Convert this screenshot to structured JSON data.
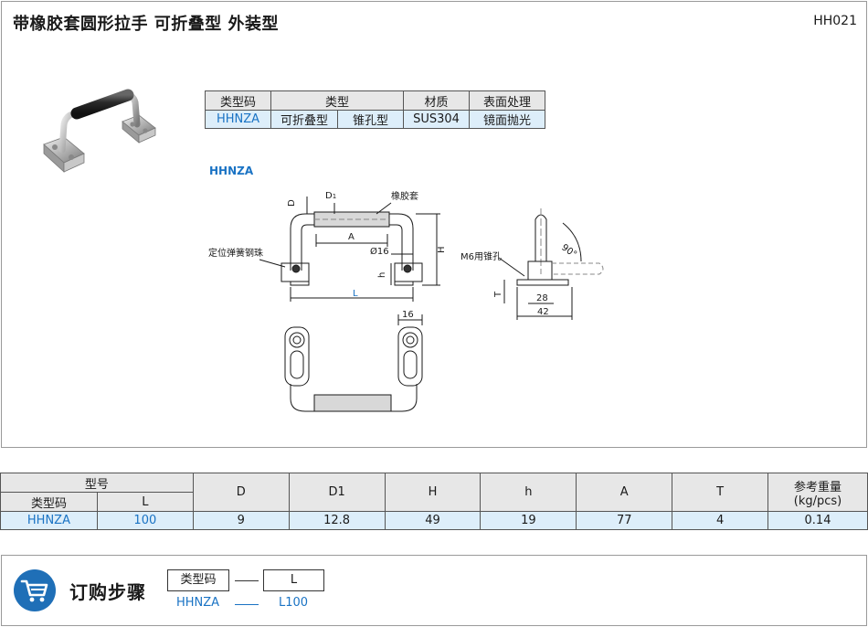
{
  "header": {
    "title": "带橡胶套圆形拉手  可折叠型  外装型",
    "code": "HH021"
  },
  "spec_table": {
    "headers": [
      "类型码",
      "类型",
      "材质",
      "表面处理"
    ],
    "row": [
      "HHNZA",
      "可折叠型",
      "锥孔型",
      "SUS304",
      "镜面抛光"
    ]
  },
  "drawing": {
    "model_label": "HHNZA",
    "labels": {
      "D": "D",
      "D1": "D",
      "D1_sub": "1",
      "rubber_sleeve": "橡胶套",
      "A": "A",
      "dia16": "Ø16",
      "H": "H",
      "h": "h",
      "spring_ball": "定位弹簧钢珠",
      "L": "L",
      "m6_hole": "M6用锥孔",
      "angle": "90°",
      "T": "T",
      "dim28": "28",
      "dim42": "42",
      "dim16": "16"
    }
  },
  "dims_table": {
    "group_header": "型号",
    "sub_headers": [
      "类型码",
      "L"
    ],
    "headers": [
      "D",
      "D1",
      "H",
      "h",
      "A",
      "T"
    ],
    "weight_header_1": "参考重量",
    "weight_header_2": "(kg/pcs)",
    "row": [
      "HHNZA",
      "100",
      "9",
      "12.8",
      "49",
      "19",
      "77",
      "4",
      "0.14"
    ]
  },
  "order": {
    "title": "订购步骤",
    "box1": "类型码",
    "box2": "L",
    "value1": "HHNZA",
    "value2": "L100"
  },
  "colors": {
    "accent": "#1a73c4",
    "cart_circle": "#1f6fb7",
    "cell_fill": "#ddeefa",
    "header_fill": "#e7e7e7"
  }
}
